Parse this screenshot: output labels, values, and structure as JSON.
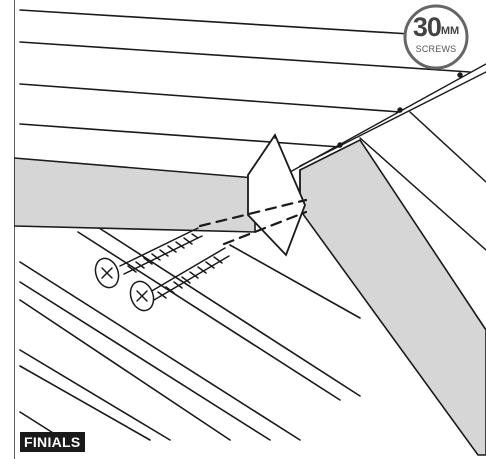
{
  "badge": {
    "value": "30",
    "unit": "MM",
    "caption": "SCREWS"
  },
  "section_label": "FINIALS",
  "colors": {
    "rail": "#d6d6d6",
    "line": "#1a1a1a",
    "label_bg": "#1a1a1a"
  }
}
